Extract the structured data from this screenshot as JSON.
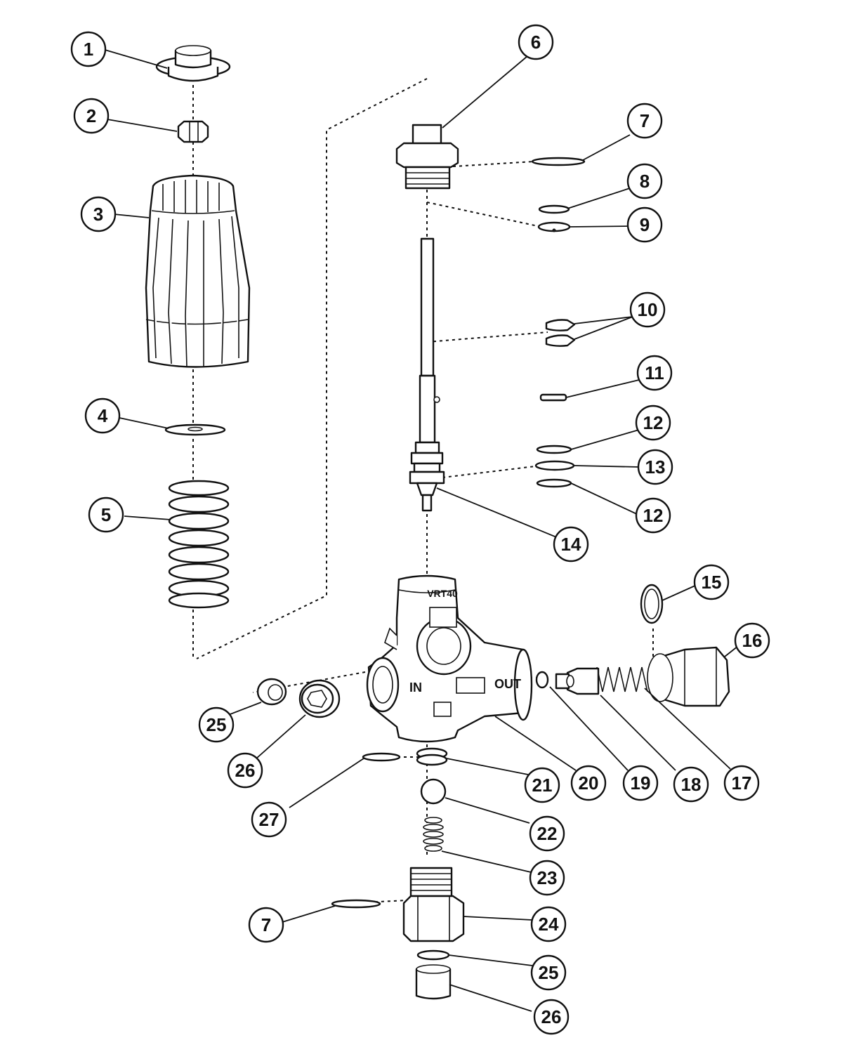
{
  "diagram": {
    "body_markings": {
      "model": "VRT40",
      "port_in": "IN",
      "port_out": "OUT"
    },
    "callouts": [
      "1",
      "2",
      "3",
      "4",
      "5",
      "6",
      "7",
      "8",
      "9",
      "10",
      "11",
      "12",
      "13",
      "12",
      "14",
      "15",
      "16",
      "17",
      "18",
      "19",
      "20",
      "21",
      "22",
      "23",
      "24",
      "25",
      "26",
      "27",
      "7",
      "25",
      "26"
    ]
  }
}
